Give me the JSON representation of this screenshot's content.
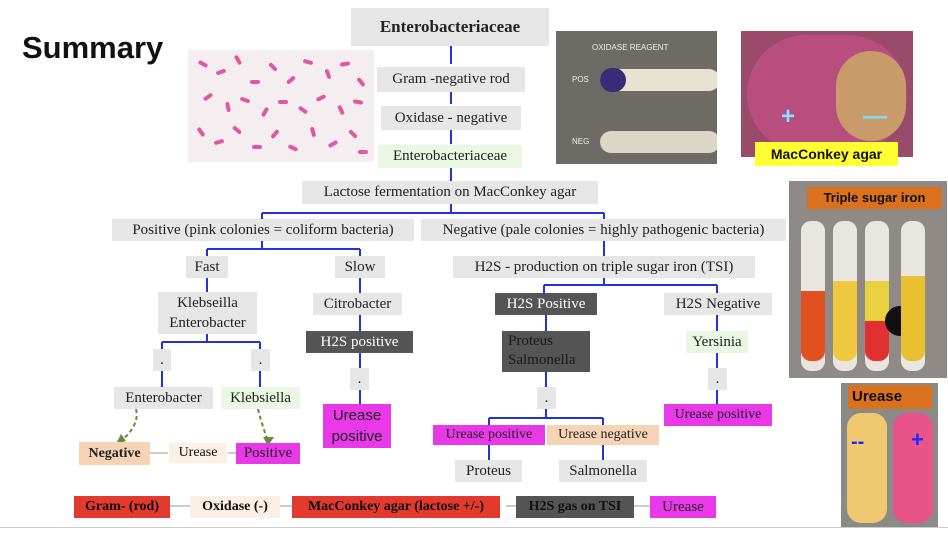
{
  "slide": {
    "title": "Summary",
    "root": "Enterobacteriaceae",
    "gram": "Gram -negative rod",
    "oxidase": "Oxidase - negative",
    "family": "Enterobacteriaceae",
    "lactose": "Lactose fermentation on MacConkey agar",
    "positive": "Positive (pink colonies = coliform bacteria)",
    "negative": "Negative (pale colonies = highly pathogenic bacteria)",
    "fast": "Fast",
    "slow": "Slow",
    "h2s_tsi": "H2S - production on triple sugar iron (TSI)",
    "kleb_entero": "Klebseilla\nEnterobacter",
    "citrobacter": "Citrobacter",
    "h2s_positive_cit": "H2S positive",
    "h2s_pos": "H2S Positive",
    "h2s_neg": "H2S Negative",
    "proteus_salmonella": "Proteus\nSalmonella",
    "yersinia": "Yersinia",
    "dot": ".",
    "enterobacter": "Enterobacter",
    "klebsiella": "Klebsiella",
    "urease_positive_cit": "Urease\npositive",
    "urease_positive_yer": "Urease positive",
    "urease_positive_pro": "Urease positive",
    "urease_negative_sal": "Urease negative",
    "neg_result": "Negative",
    "urease_mid": "Urease",
    "pos_result": "Positive",
    "proteus": "Proteus",
    "salmonella": "Salmonella"
  },
  "bottom_bar": [
    "Gram- (rod)",
    "Oxidase (-)",
    "MacConkey agar (lactose +/-)",
    "H2S gas on TSI",
    "Urease"
  ],
  "images": {
    "oxidase_title": "OXIDASE REAGENT",
    "oxidase_pos": "POS",
    "oxidase_neg": "NEG",
    "macconkey_label": "MacConkey agar",
    "macconkey_plus": "+",
    "macconkey_minus": "—",
    "tsi_label": "Triple sugar iron",
    "urease_label": "Urease",
    "urease_minus": "--",
    "urease_plus": "+"
  },
  "colors": {
    "connector": "#2233dd",
    "magenta": "#e838e8",
    "dark": "#555555",
    "green_light": "#e9f7e3",
    "peach": "#f7d3b5",
    "red": "#e23a2e"
  }
}
